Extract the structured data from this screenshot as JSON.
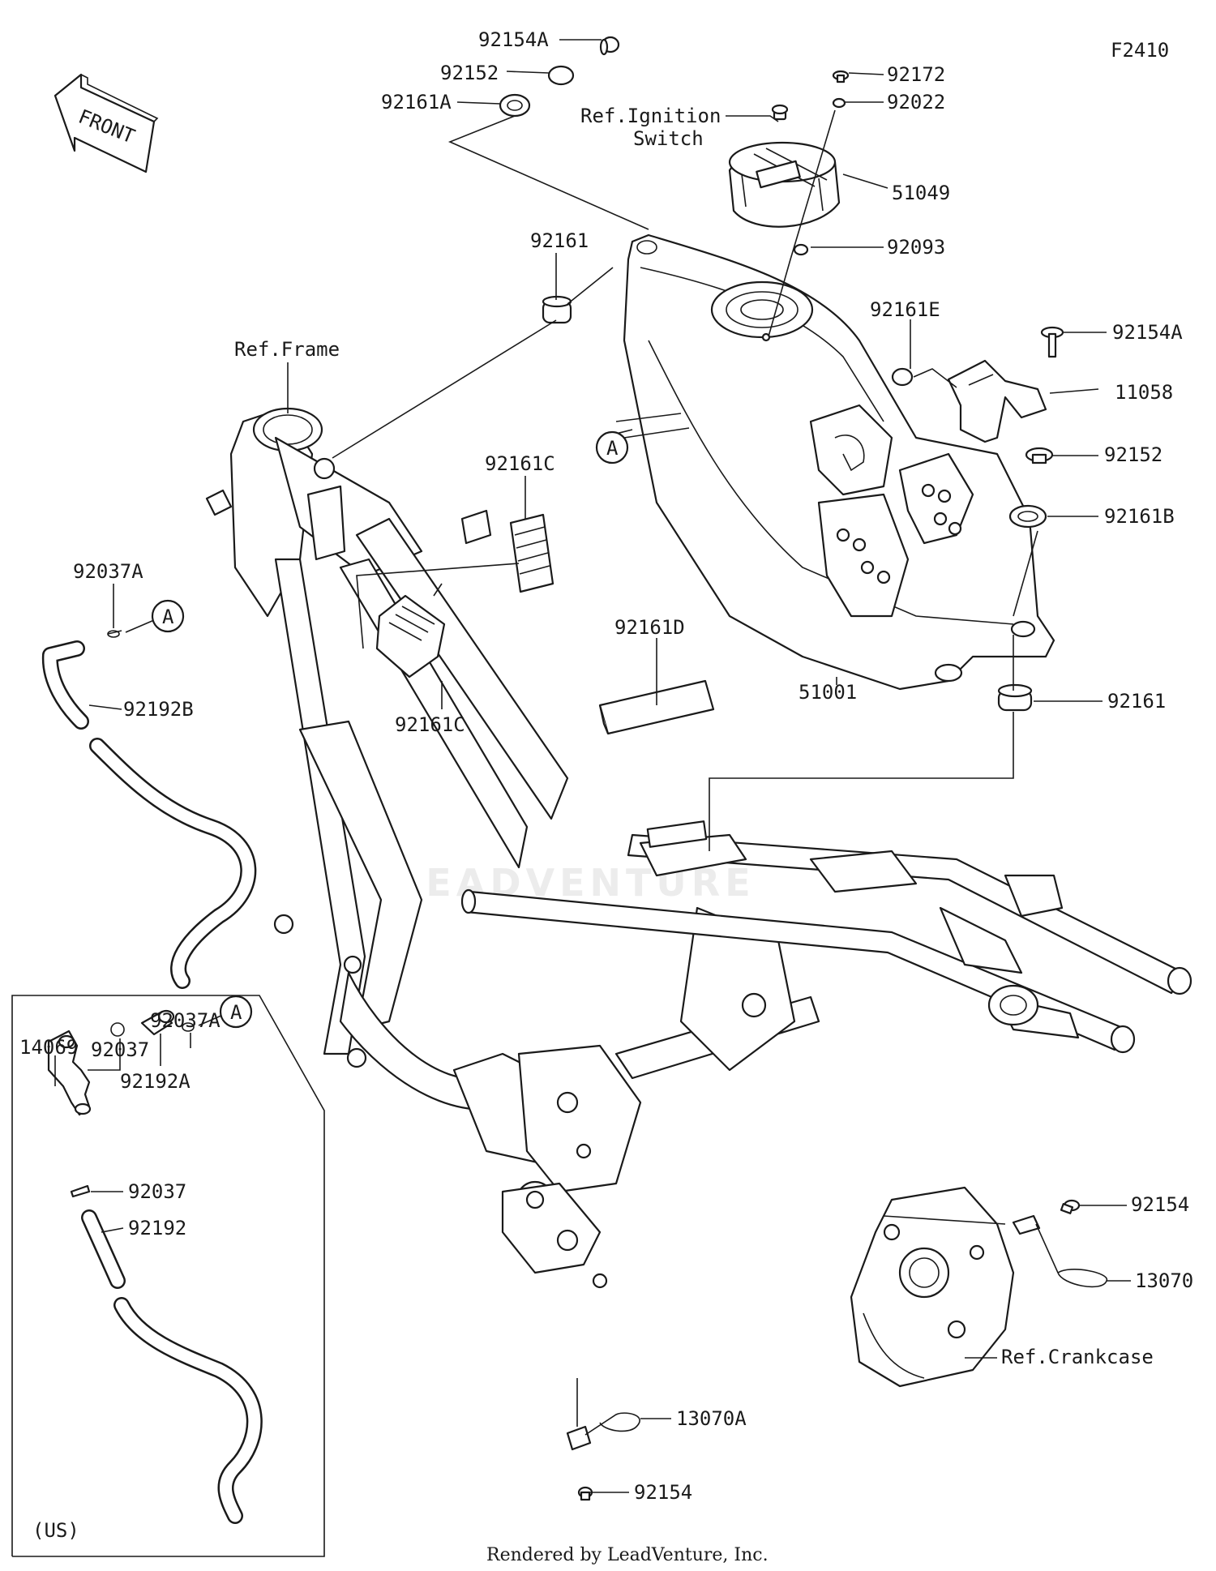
{
  "figure_code": "F2410",
  "front_arrow": "FRONT",
  "callouts": {
    "p92154A_top": "92154A",
    "p92152_top": "92152",
    "p92161A": "92161A",
    "ref_ignition_l1": "Ref.Ignition",
    "ref_ignition_l2": "Switch",
    "p92172": "92172",
    "p92022": "92022",
    "p51049": "51049",
    "p92093": "92093",
    "p92161_top": "92161",
    "ref_frame": "Ref.Frame",
    "p92161E": "92161E",
    "p92154A_right": "92154A",
    "p11058": "11058",
    "mark_A_tank": "A",
    "p92152_right": "92152",
    "p92161C_top": "92161C",
    "p92161B": "92161B",
    "p92037A_left": "92037A",
    "mark_A_left": "A",
    "p92161D": "92161D",
    "p92192B": "92192B",
    "p92161C_bottom": "92161C",
    "p51001": "51001",
    "p92161_right": "92161",
    "p14069": "14069",
    "p92037_inset": "92037",
    "p92037A_inset": "92037A",
    "mark_A_inset": "A",
    "p92192A": "92192A",
    "p92037_lower": "92037",
    "p92192": "92192",
    "us_note": "(US)",
    "p92154_right": "92154",
    "p13070": "13070",
    "ref_crankcase": "Ref.Crankcase",
    "p13070A": "13070A",
    "p92154_bottom": "92154"
  },
  "watermark": "LEADVENTURE",
  "footer": "Rendered by LeadVenture, Inc."
}
